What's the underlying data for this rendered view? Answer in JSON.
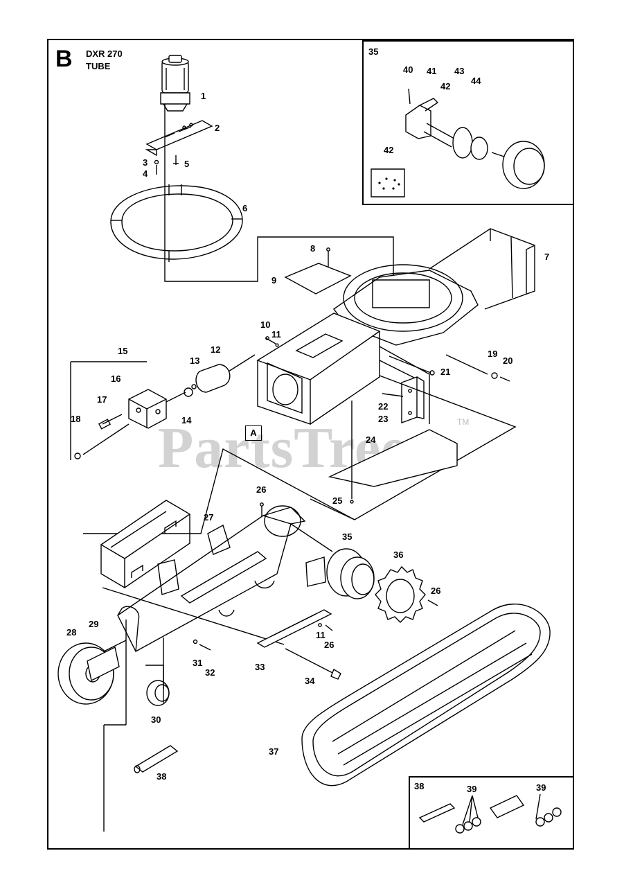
{
  "header": {
    "section_letter": "B",
    "model": "DXR 270",
    "assembly": "TUBE"
  },
  "watermark": {
    "text": "PartsTree",
    "trademark": "TM"
  },
  "reference_box": "A",
  "main_callouts": [
    "1",
    "2",
    "3",
    "4",
    "5",
    "6",
    "7",
    "8",
    "9",
    "10",
    "11",
    "12",
    "13",
    "14",
    "15",
    "16",
    "17",
    "18",
    "19",
    "20",
    "21",
    "22",
    "23",
    "24",
    "25",
    "26",
    "27",
    "29",
    "28",
    "31",
    "32",
    "33",
    "34",
    "26",
    "11",
    "26",
    "35",
    "36",
    "37",
    "30",
    "38"
  ],
  "inset_35": {
    "title": "35",
    "callouts": [
      "40",
      "41",
      "42",
      "43",
      "44",
      "42"
    ]
  },
  "inset_38": {
    "title": "38",
    "callouts": [
      "39",
      "39"
    ]
  }
}
